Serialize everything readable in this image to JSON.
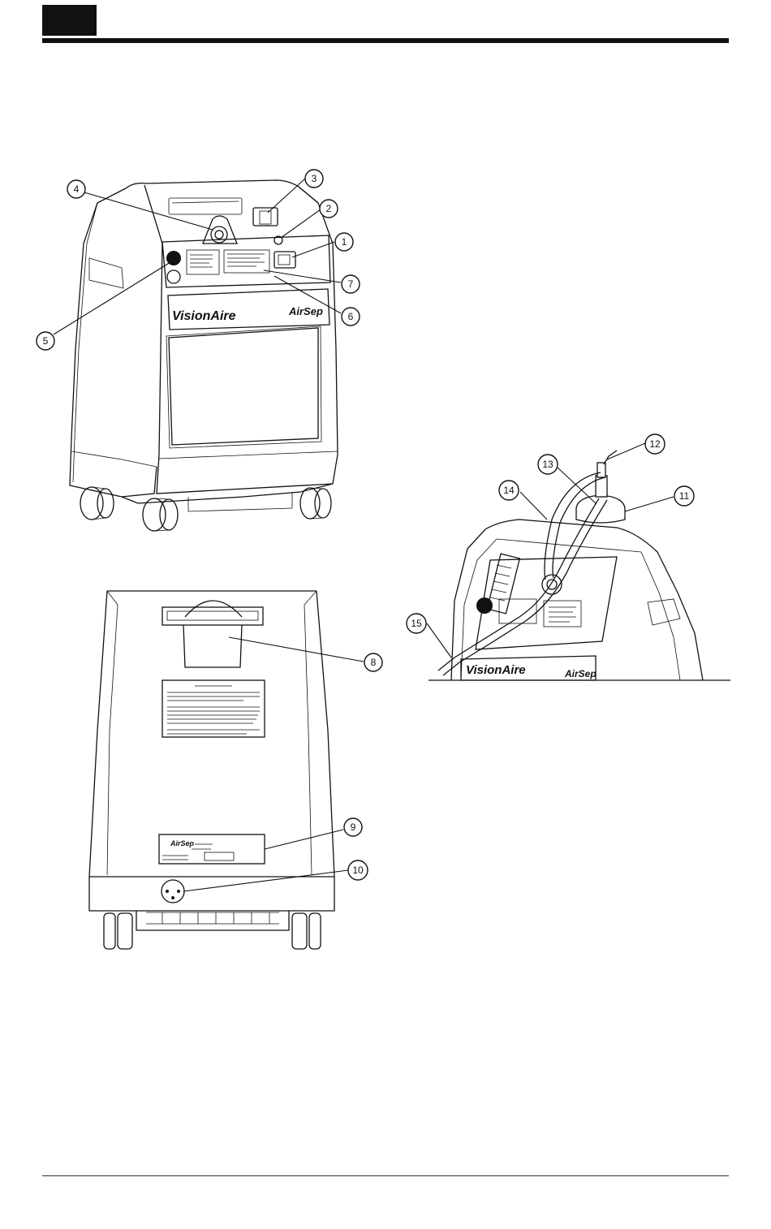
{
  "callouts": {
    "c1": "1",
    "c2": "2",
    "c3": "3",
    "c4": "4",
    "c5": "5",
    "c6": "6",
    "c7": "7",
    "c8": "8",
    "c9": "9",
    "c10": "10",
    "c11": "11",
    "c12": "12",
    "c13": "13",
    "c14": "14",
    "c15": "15"
  },
  "brand": {
    "name": "VisionAire",
    "logo": "AirSep"
  },
  "colors": {
    "ink": "#111111",
    "paper": "#ffffff"
  }
}
